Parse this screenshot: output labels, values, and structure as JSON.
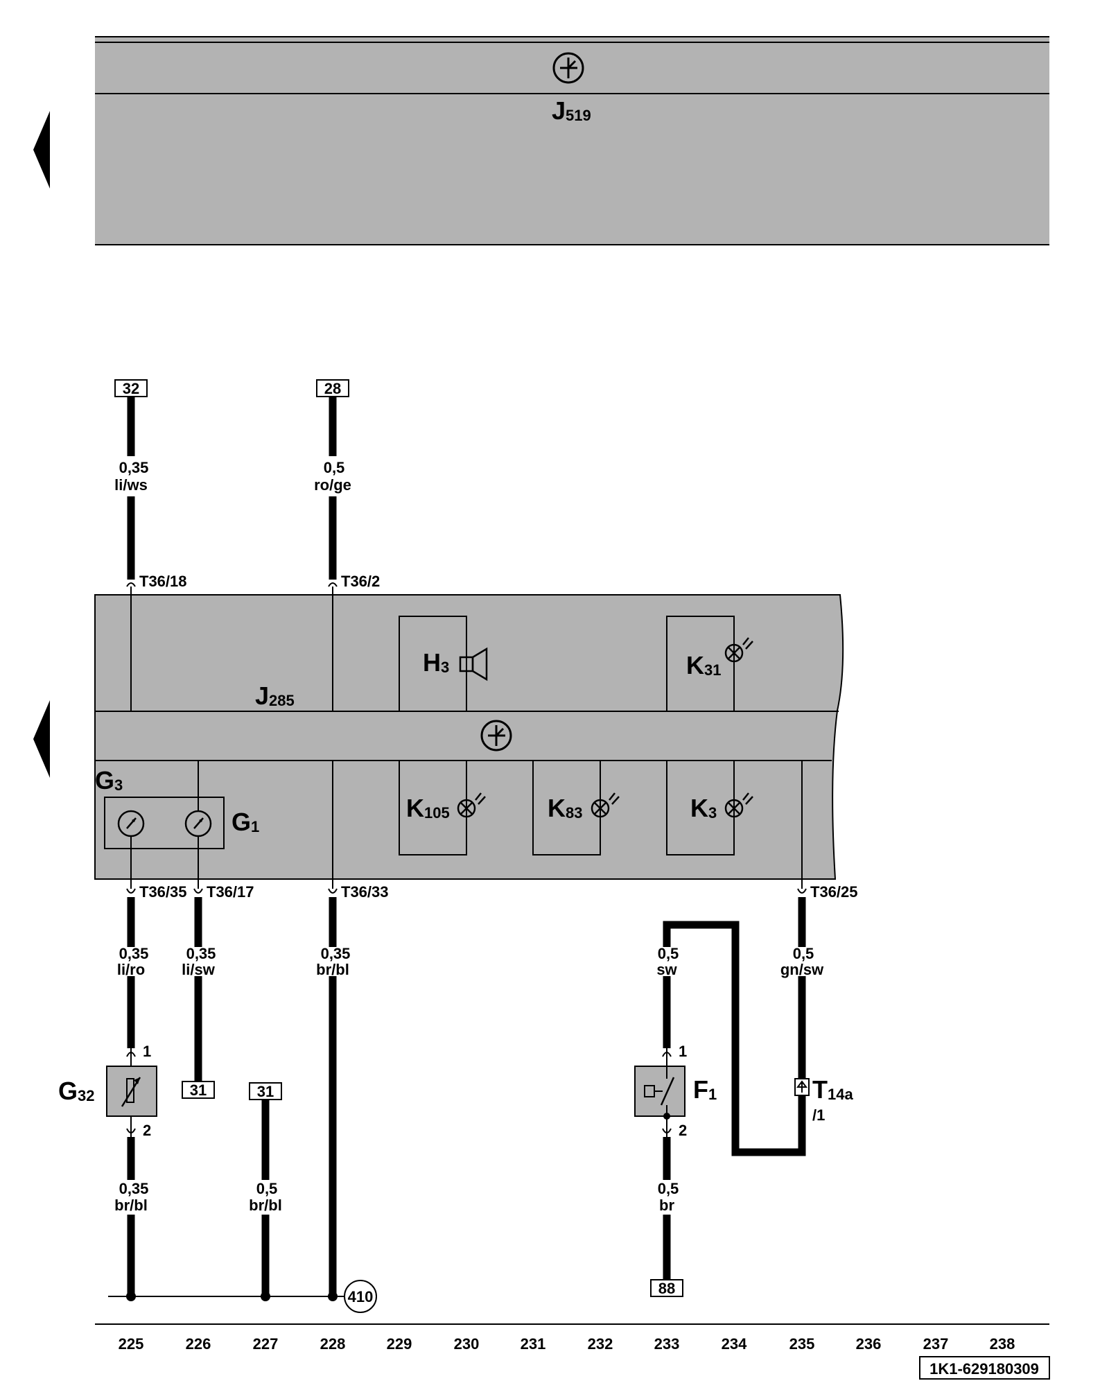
{
  "top_module": {
    "label": "J",
    "sub": "519"
  },
  "cluster": {
    "label": "J",
    "sub": "285"
  },
  "components": [
    {
      "id": "H3",
      "label": "H",
      "sub": "3"
    },
    {
      "id": "K31",
      "label": "K",
      "sub": "31"
    },
    {
      "id": "G3",
      "label": "G",
      "sub": "3"
    },
    {
      "id": "G1",
      "label": "G",
      "sub": "1"
    },
    {
      "id": "K105",
      "label": "K",
      "sub": "105"
    },
    {
      "id": "K83",
      "label": "K",
      "sub": "83"
    },
    {
      "id": "K3",
      "label": "K",
      "sub": "3"
    },
    {
      "id": "G32",
      "label": "G",
      "sub": "32"
    },
    {
      "id": "F1",
      "label": "F",
      "sub": "1"
    },
    {
      "id": "T14a",
      "label": "T",
      "sub": "14a",
      "pin": "/1"
    }
  ],
  "reference_boxes": [
    "32",
    "28",
    "31",
    "31",
    "88"
  ],
  "ground_point": "410",
  "connectors": [
    "T36/18",
    "T36/2",
    "T36/35",
    "T36/17",
    "T36/33",
    "T36/25"
  ],
  "pins": [
    "1",
    "2",
    "1",
    "2"
  ],
  "wires": [
    {
      "gauge": "0,35",
      "color": "li/ws"
    },
    {
      "gauge": "0,5",
      "color": "ro/ge"
    },
    {
      "gauge": "0,35",
      "color": "li/ro"
    },
    {
      "gauge": "0,35",
      "color": "li/sw"
    },
    {
      "gauge": "0,35",
      "color": "br/bl"
    },
    {
      "gauge": "0,5",
      "color": "sw"
    },
    {
      "gauge": "0,5",
      "color": "gn/sw"
    },
    {
      "gauge": "0,35",
      "color": "br/bl"
    },
    {
      "gauge": "0,5",
      "color": "br/bl"
    },
    {
      "gauge": "0,5",
      "color": "br"
    }
  ],
  "column_numbers": [
    "225",
    "226",
    "227",
    "228",
    "229",
    "230",
    "231",
    "232",
    "233",
    "234",
    "235",
    "236",
    "237",
    "238"
  ],
  "document_code": "1K1-629180309",
  "colors": {
    "module_fill": "#b3b3b3",
    "line": "#000000"
  }
}
